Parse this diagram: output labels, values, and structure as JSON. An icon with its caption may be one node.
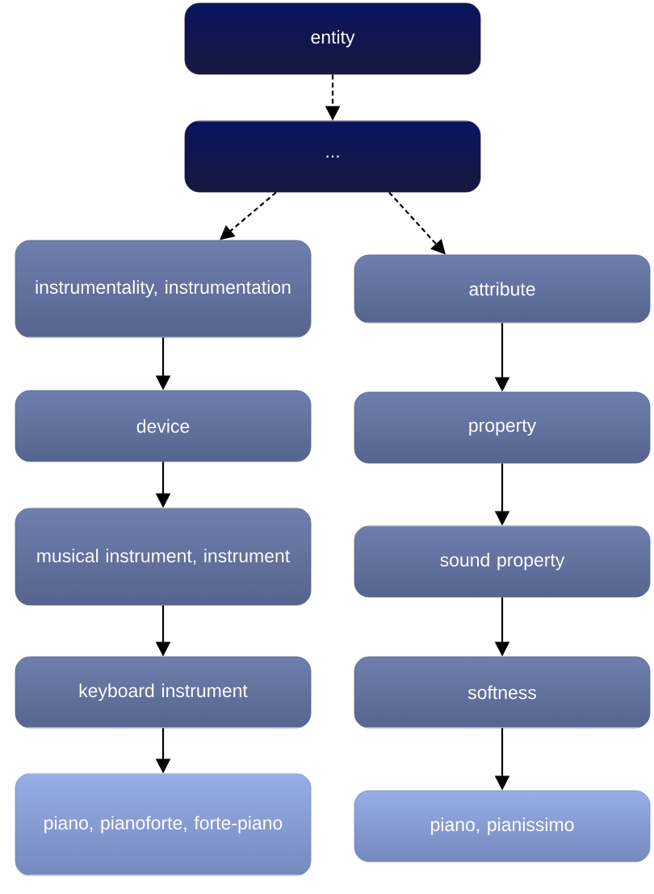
{
  "diagram": {
    "nodes": [
      {
        "text": [
          "entity"
        ]
      },
      {
        "text": [
          "..."
        ]
      },
      {
        "text": [
          "instrumentality, instrumentation"
        ]
      },
      {
        "text": [
          "attribute"
        ]
      },
      {
        "text": [
          "device"
        ]
      },
      {
        "text": [
          "property"
        ]
      },
      {
        "text": [
          "musical instrument, instrument"
        ]
      },
      {
        "text": [
          "sound property"
        ]
      },
      {
        "text": [
          "keyboard instrument"
        ]
      },
      {
        "text": [
          "softness"
        ]
      },
      {
        "text": [
          "piano, pianoforte, forte-piano"
        ]
      },
      {
        "text": [
          "piano, pianissimo"
        ]
      }
    ],
    "edges": [
      {
        "from": 0,
        "to": 1,
        "arrow": "to",
        "style": "dashed"
      },
      {
        "from": 1,
        "to": 2,
        "arrow": "to",
        "style": "dashed"
      },
      {
        "from": 1,
        "to": 3,
        "arrow": "to",
        "style": "dashed"
      },
      {
        "from": 2,
        "to": 4,
        "arrow": "to"
      },
      {
        "from": 4,
        "to": 6,
        "arrow": "to"
      },
      {
        "from": 6,
        "to": 8,
        "arrow": "to"
      },
      {
        "from": 8,
        "to": 10,
        "arrow": "to"
      },
      {
        "from": 3,
        "to": 5,
        "arrow": "to"
      },
      {
        "from": 5,
        "to": 7,
        "arrow": "to"
      },
      {
        "from": 7,
        "to": 9,
        "arrow": "to"
      },
      {
        "from": 9,
        "to": 11,
        "arrow": "to"
      }
    ]
  }
}
